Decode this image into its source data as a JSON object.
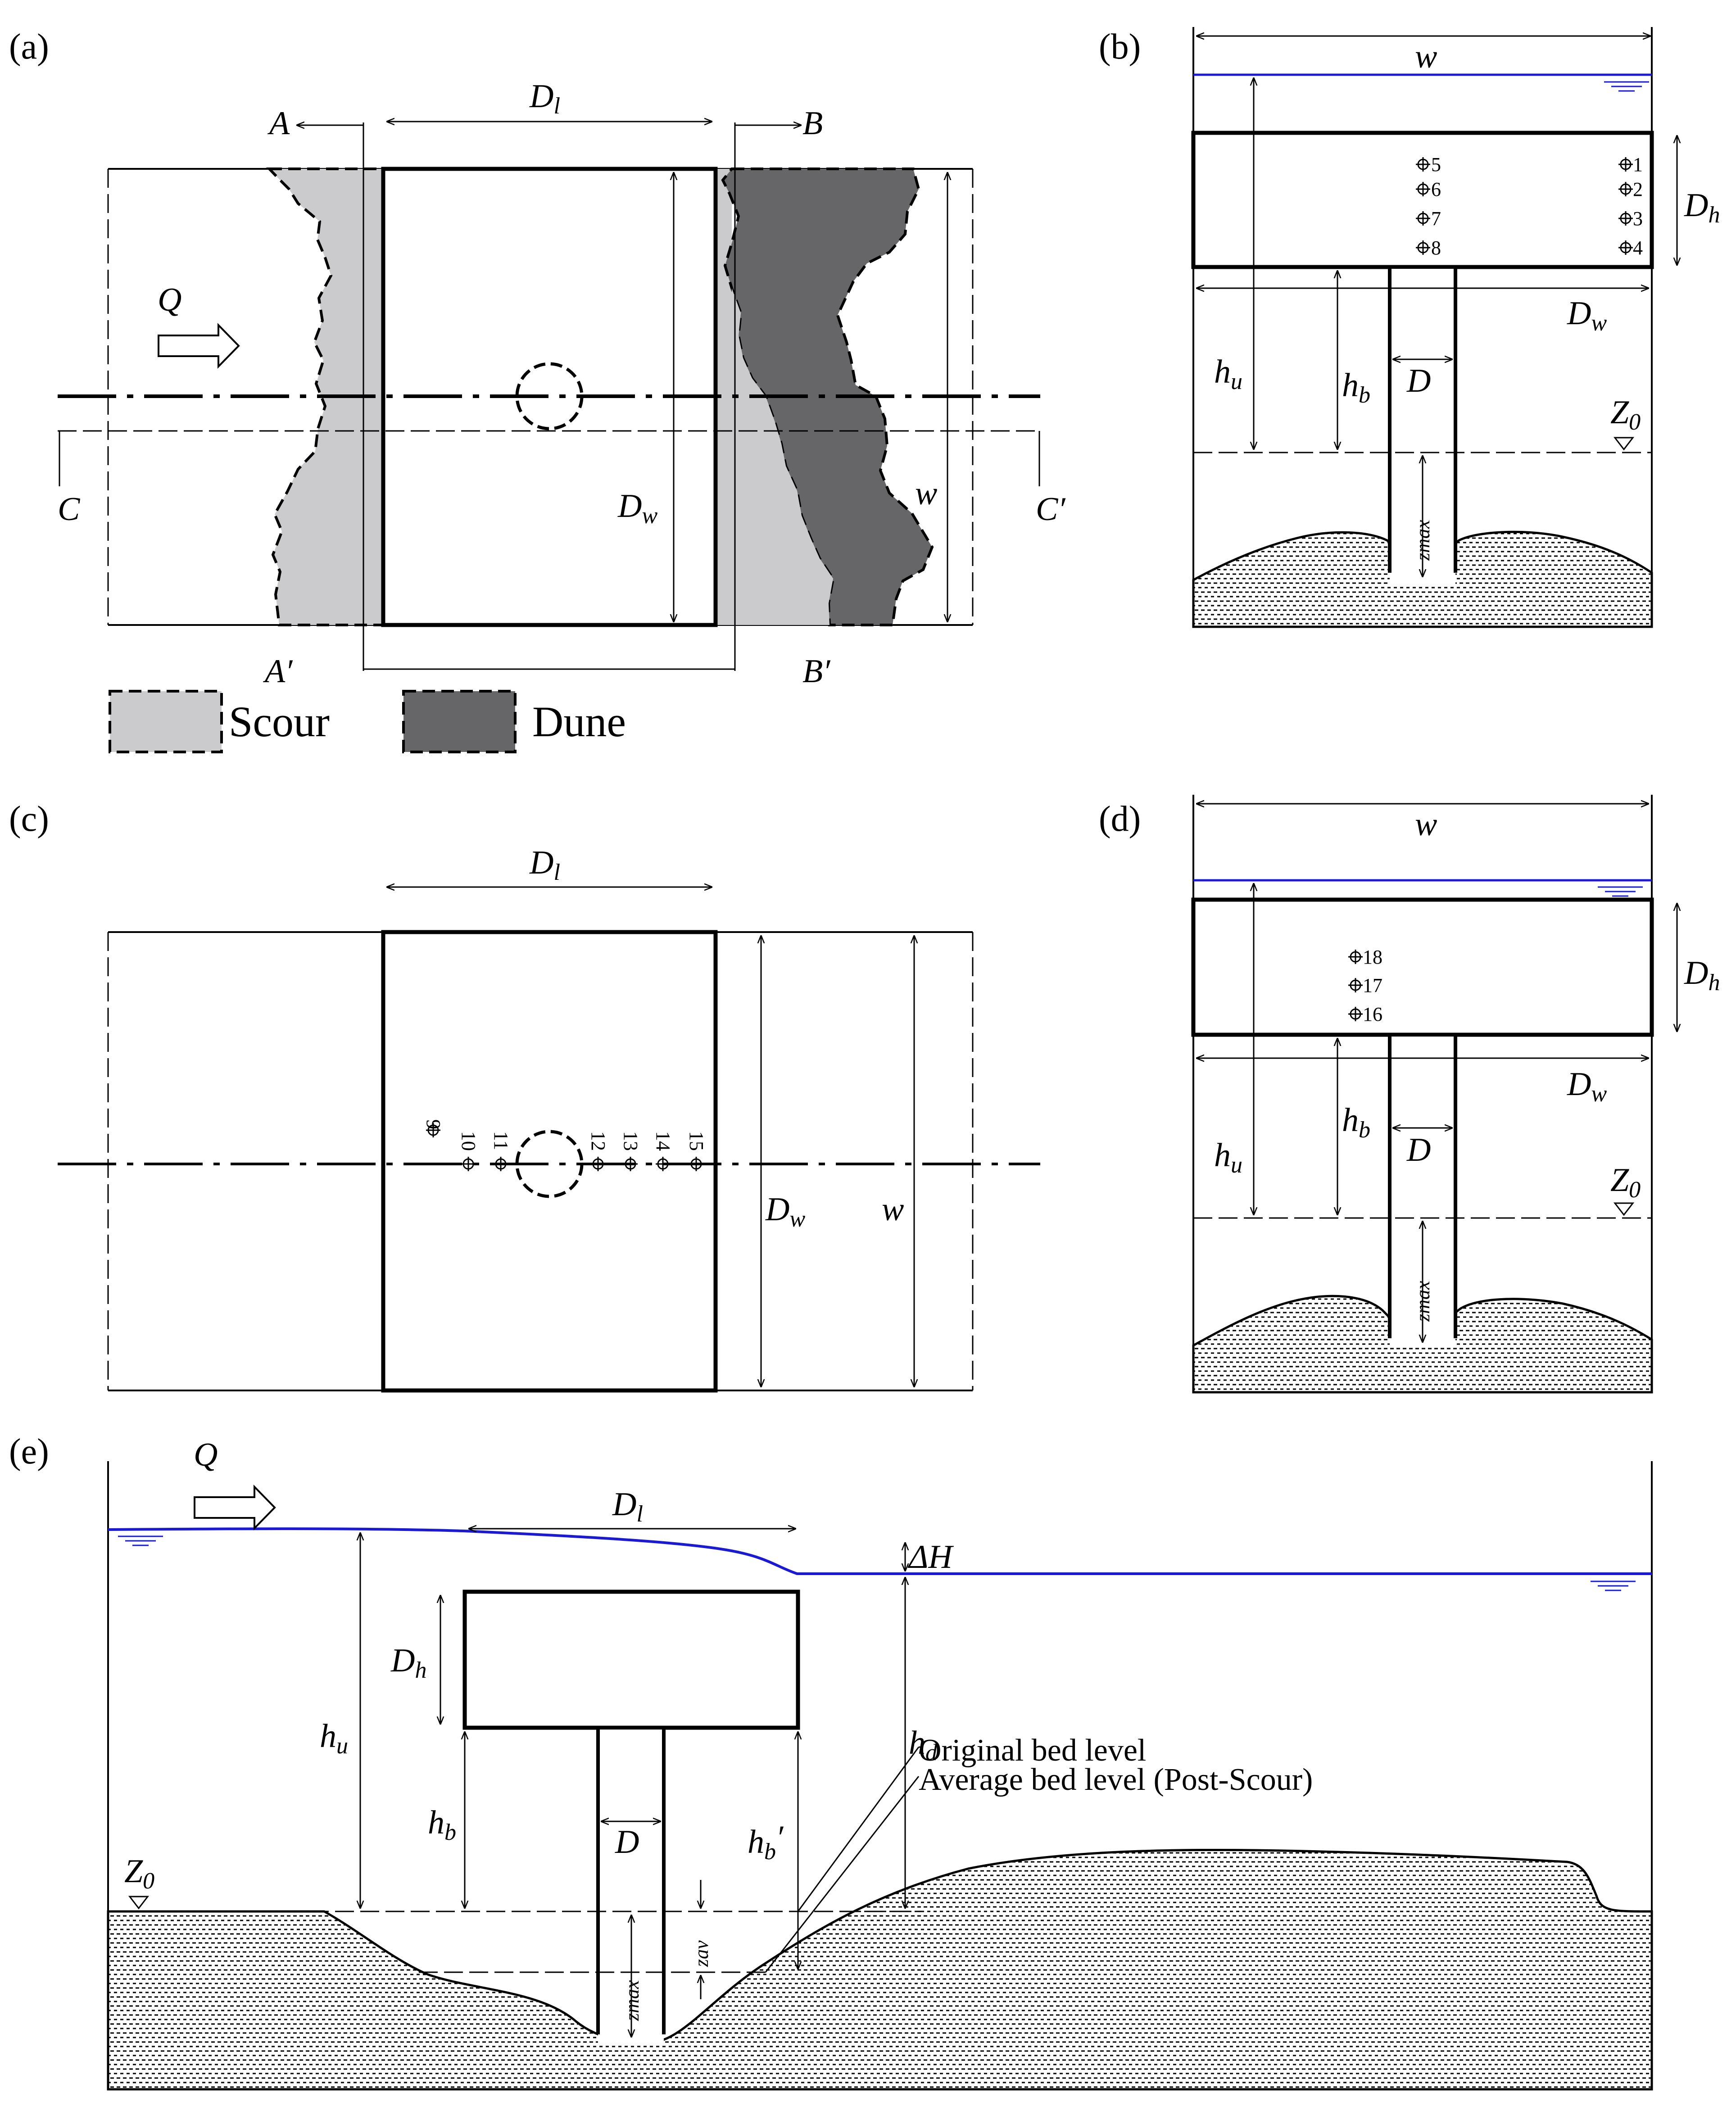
{
  "panels": {
    "a": "(a)",
    "b": "(b)",
    "c": "(c)",
    "d": "(d)",
    "e": "(e)"
  },
  "symbols": {
    "Q": "Q",
    "w": "w",
    "D": "D",
    "D_main": "D",
    "l": "l",
    "wsub": "w",
    "hsub": "h",
    "h": "h",
    "u": "u",
    "b": "b",
    "d": "d",
    "Z": "Z",
    "zero": "0",
    "zmax": "zmax",
    "zav": "zav",
    "dH": "ΔH",
    "prime": "′",
    "A": "A",
    "Ap": "A′",
    "B": "B",
    "Bp": "B′",
    "C": "C",
    "Cp": "C′"
  },
  "legend": {
    "scour": "Scour",
    "dune": "Dune"
  },
  "colors": {
    "scour_fill": "#cbcbcd",
    "dune_fill": "#666668",
    "water": "#1a1ad6"
  },
  "notes": {
    "original_bed": "Original bed level",
    "average_bed": "Average bed level (Post-Scour)"
  },
  "probes_b_center": [
    "5",
    "6",
    "7",
    "8"
  ],
  "probes_b_right": [
    "1",
    "2",
    "3",
    "4"
  ],
  "probes_c": [
    "9",
    "10",
    "11",
    "12",
    "13",
    "14",
    "15"
  ],
  "probes_d": [
    "18",
    "17",
    "16"
  ]
}
